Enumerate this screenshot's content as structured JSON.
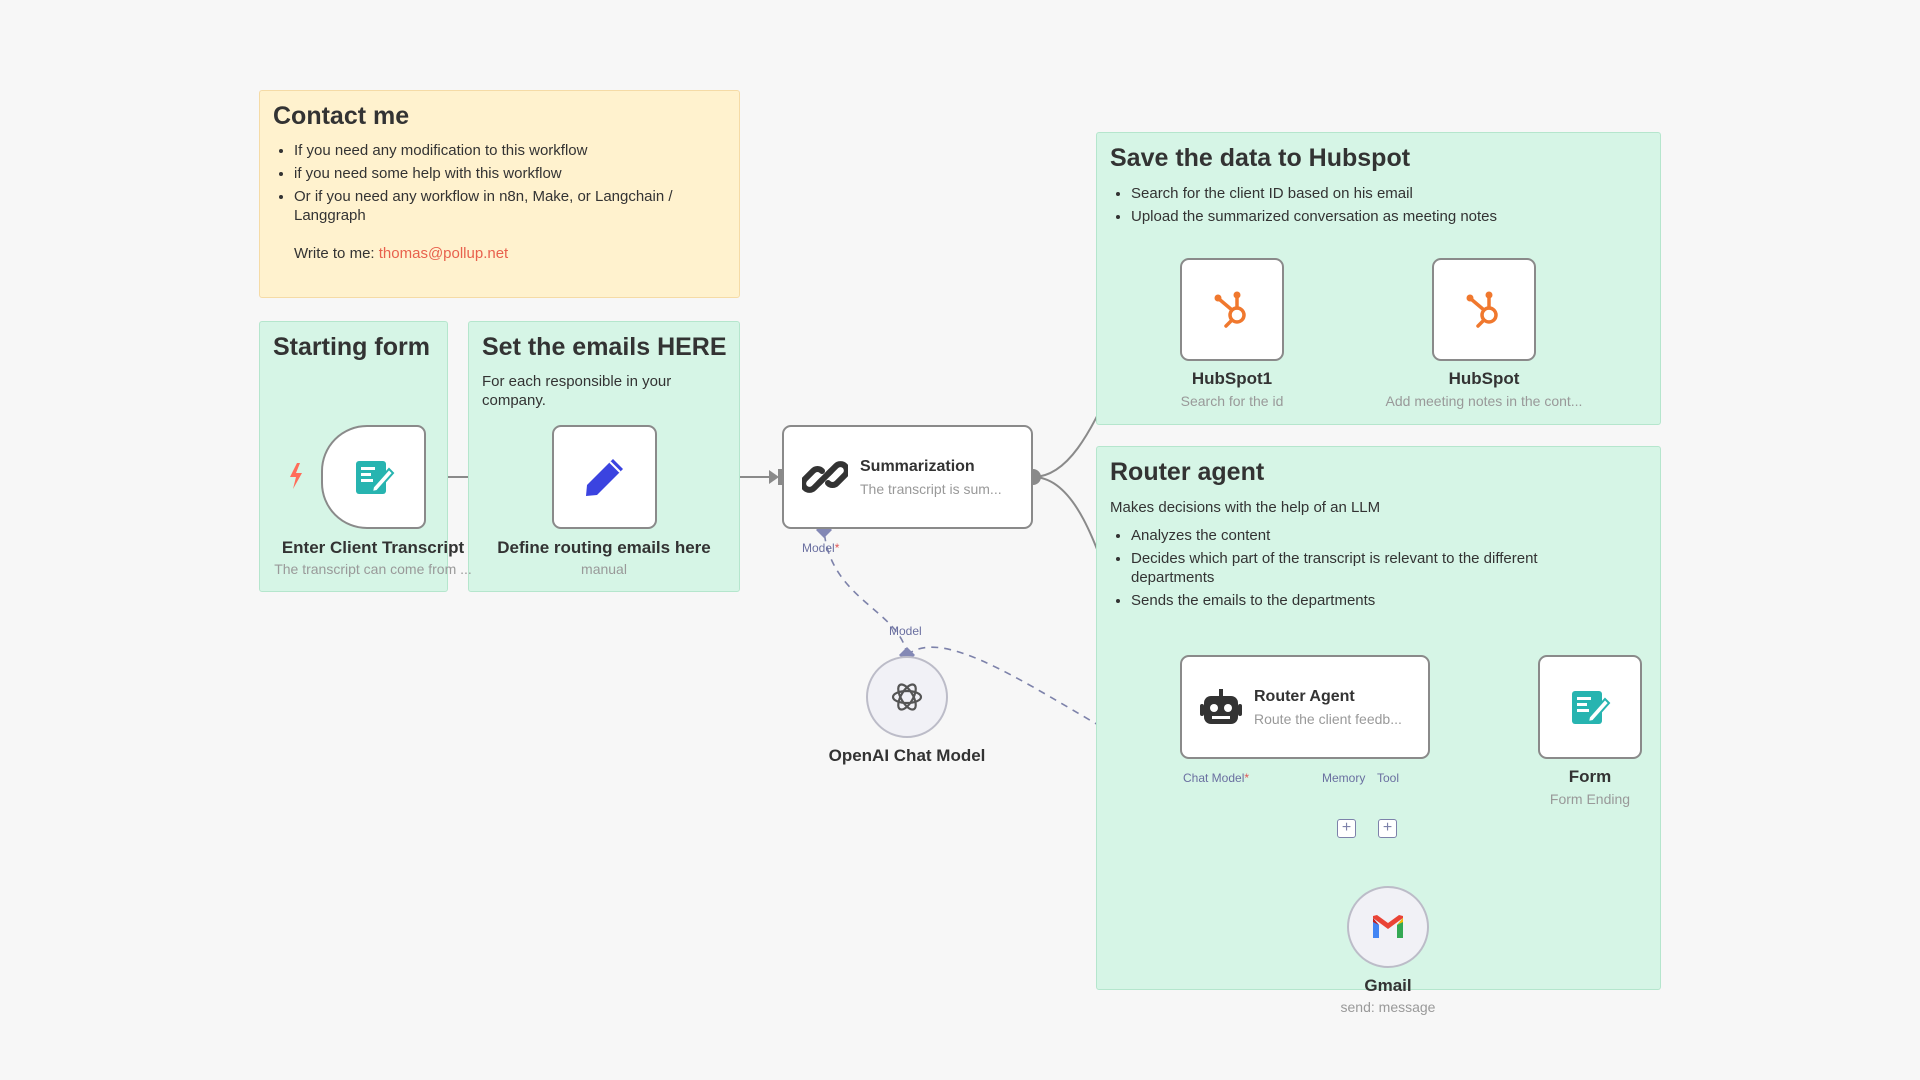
{
  "stickies": {
    "contact": {
      "title": "Contact me",
      "bullets": [
        "If you need any modification to this workflow",
        "if you need some help with this workflow",
        "Or if you need any workflow in n8n, Make, or Langchain / Langgraph"
      ],
      "write_label": "Write to me:",
      "email": "thomas@pollup.net"
    },
    "starting_form": {
      "title": "Starting form"
    },
    "set_emails": {
      "title": "Set the emails HERE",
      "text": "For each responsible in your company."
    },
    "hubspot": {
      "title": "Save the data to Hubspot",
      "bullets": [
        "Search for the client ID based on his email",
        "Upload the summarized conversation as meeting notes"
      ]
    },
    "router": {
      "title": "Router agent",
      "text": "Makes decisions with the help of an LLM",
      "bullets": [
        "Analyzes the content",
        "Decides which part of the transcript is relevant to the different departments",
        "Sends the emails to the departments"
      ]
    }
  },
  "nodes": {
    "enter_transcript": {
      "title": "Enter Client Transcript",
      "subtitle": "The transcript can come from ...",
      "icon": "form-icon"
    },
    "define_emails": {
      "title": "Define routing emails here",
      "subtitle": "manual",
      "icon": "pencil-icon"
    },
    "summarization": {
      "title": "Summarization",
      "subtitle": "The transcript is sum...",
      "icon": "chain-link-icon"
    },
    "openai": {
      "title": "OpenAI Chat Model",
      "icon": "openai-icon"
    },
    "hubspot1": {
      "title": "HubSpot1",
      "subtitle": "Search for the id",
      "icon": "hubspot-icon"
    },
    "hubspot2": {
      "title": "HubSpot",
      "subtitle": "Add meeting notes in the cont...",
      "icon": "hubspot-icon"
    },
    "router_agent": {
      "title": "Router Agent",
      "subtitle": "Route the client feedb...",
      "icon": "robot-icon"
    },
    "form_end": {
      "title": "Form",
      "subtitle": "Form Ending",
      "icon": "form-icon"
    },
    "gmail": {
      "title": "Gmail",
      "subtitle": "send: message",
      "icon": "gmail-icon"
    }
  },
  "ports": {
    "summarization_model": "Model",
    "openai_model": "Model",
    "router_chat_model": "Chat Model",
    "router_memory": "Memory",
    "router_tool": "Tool",
    "required_mark": "*"
  },
  "colors": {
    "sticky_yellow": "#fff2ce",
    "sticky_green": "#d6f5e6",
    "connection": "#8a8a8a",
    "ai_connection": "#7d82aa",
    "link": "#e8614d",
    "form_icon": "#27b4b0",
    "pencil_icon": "#3b43e0",
    "hubspot_icon": "#f0782e",
    "trigger_bolt": "#ff6d5a"
  }
}
